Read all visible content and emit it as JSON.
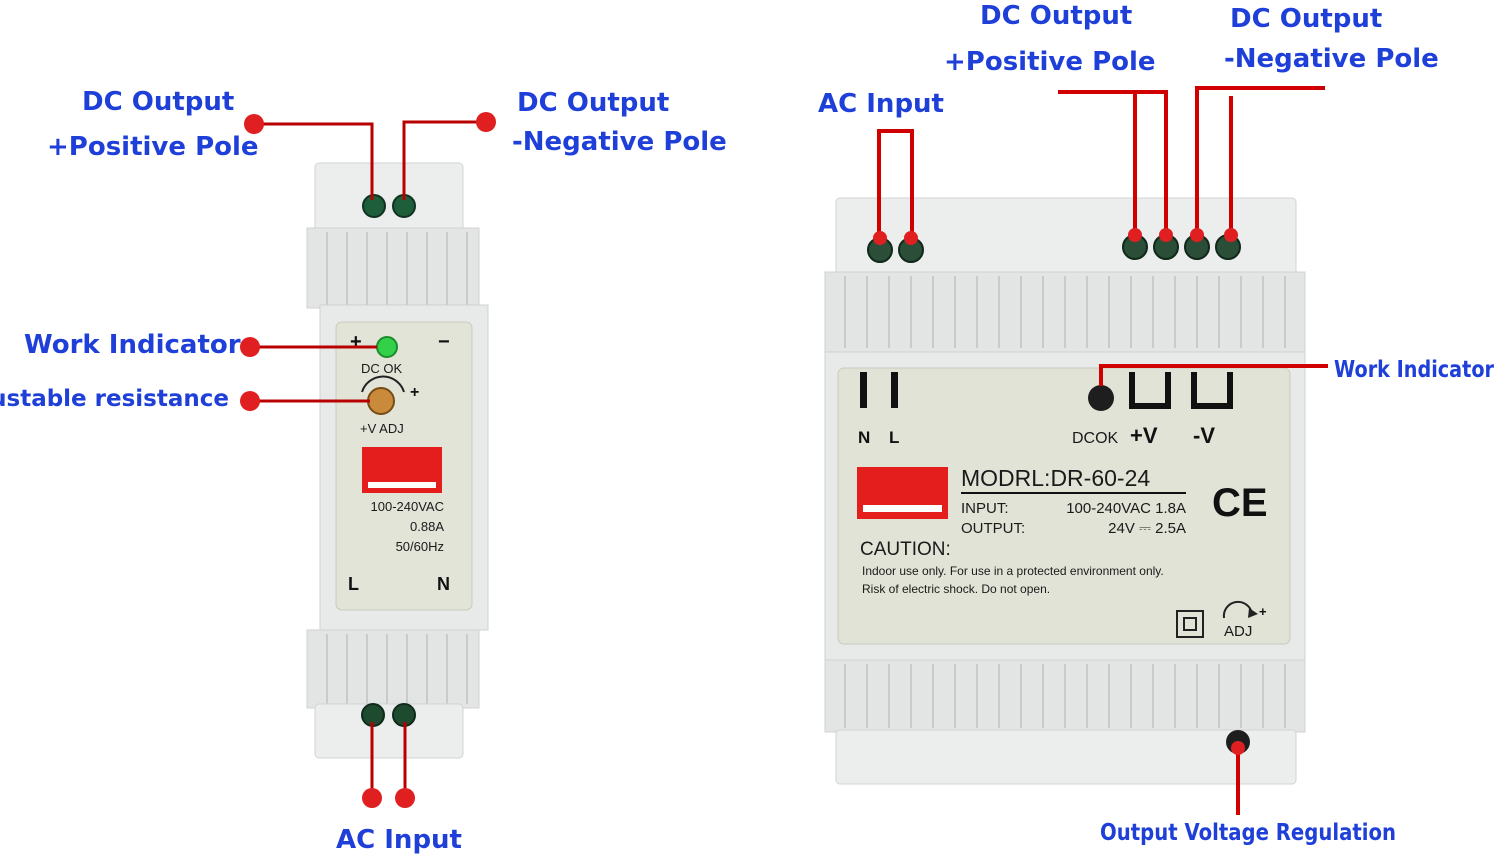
{
  "colors": {
    "callout_text": "#1f3fd9",
    "leader": "#c00000",
    "device_body": "#e9ebea",
    "device_shade": "#d6d8d7",
    "label_panel": "#e1e3d6",
    "red_block": "#e41d1d",
    "led": "#2ecc40"
  },
  "left_device": {
    "callouts": {
      "dc_pos_line1": "DC Output",
      "dc_pos_line2": "+Positive Pole",
      "dc_neg_line1": "DC Output",
      "dc_neg_line2": "-Negative Pole",
      "work_indicator": "Work Indicator",
      "adjustable_resistance": "Adjustable resistance",
      "ac_input": "AC Input"
    },
    "panel": {
      "plus": "+",
      "minus": "−",
      "dc_ok": "DC OK",
      "pot_plus": "+",
      "v_adj": "+V ADJ",
      "spec_line1": "100-240VAC",
      "spec_line2": "0.88A",
      "spec_line3": "50/60Hz",
      "terminal_l": "L",
      "terminal_n": "N"
    }
  },
  "right_device": {
    "callouts": {
      "ac_input": "AC Input",
      "dc_pos_line1": "DC Output",
      "dc_pos_line2": "+Positive Pole",
      "dc_neg_line1": "DC Output",
      "dc_neg_line2": "-Negative Pole",
      "work_indicator": "Work Indicator",
      "output_voltage_regulation": "Output Voltage Regulation"
    },
    "panel": {
      "terminal_n": "N",
      "terminal_l": "L",
      "dcok": "DCOK",
      "plus_v": "+V",
      "minus_v": "-V",
      "model": "MODRL:DR-60-24",
      "input_label": "INPUT:",
      "input_value": "100-240VAC  1.8A",
      "output_label": "OUTPUT:",
      "output_value": "24V ⎓ 2.5A",
      "ce_mark": "CE",
      "caution_title": "CAUTION:",
      "caution_line1": "Indoor use only. For use in a protected environment only.",
      "caution_line2": "Risk of electric shock. Do not open.",
      "adj": "ADJ",
      "adj_plus": "+"
    }
  }
}
